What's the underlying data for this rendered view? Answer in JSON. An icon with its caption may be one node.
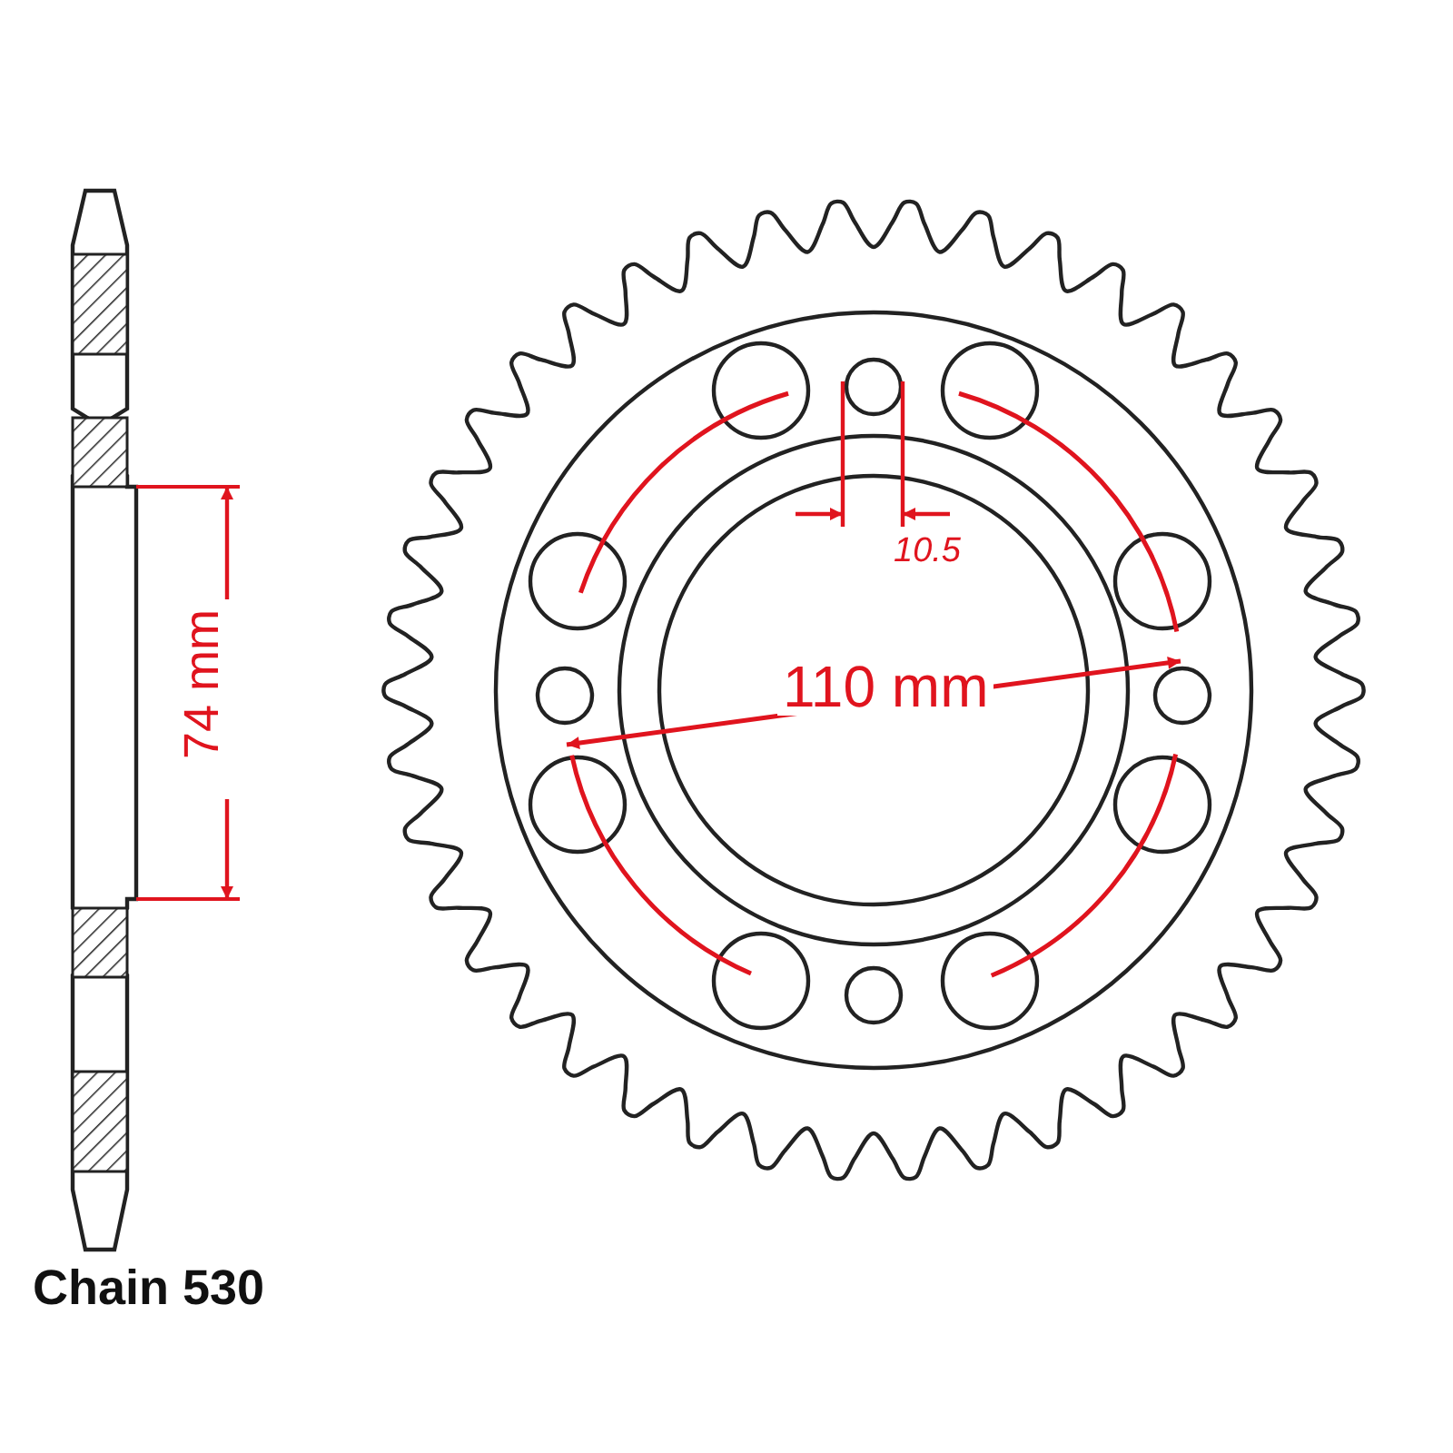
{
  "diagram": {
    "labels": [
      "10.5",
      "74 mm",
      "110 mm",
      "Chain 530"
    ]
  }
}
